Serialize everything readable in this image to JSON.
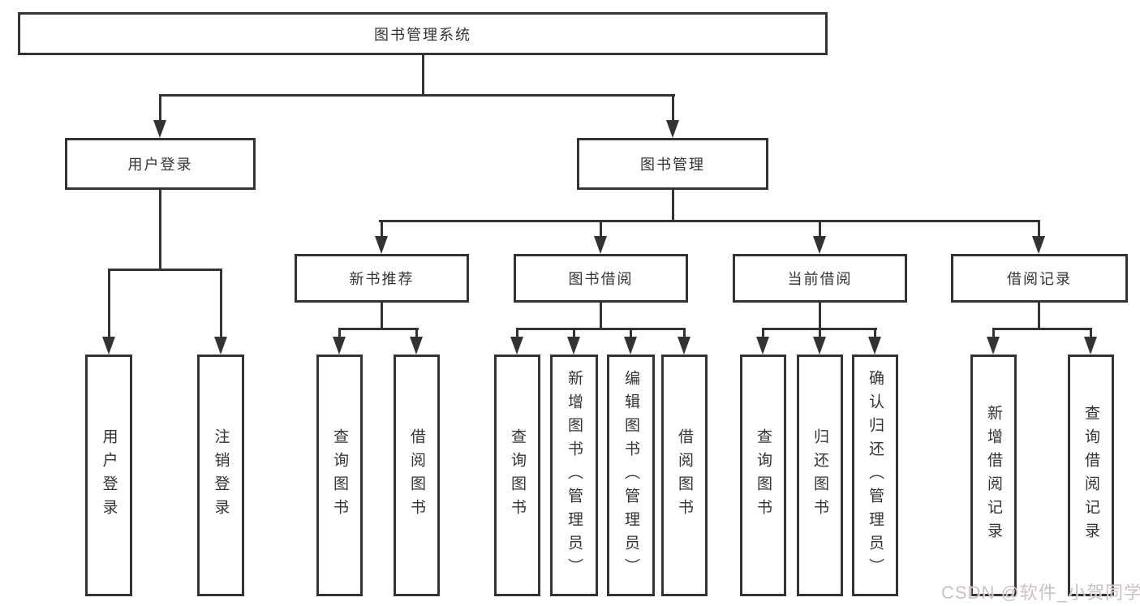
{
  "diagram": {
    "type": "hierarchy-tree",
    "title": "图书管理系统",
    "watermark": "CSDN @软件_小贺同学",
    "colors": {
      "background": "#ffffff",
      "line": "#333333",
      "box_border": "#333333",
      "box_fill": "#ffffff",
      "text": "#333333",
      "watermark": "#cabdbd"
    },
    "tree": {
      "label": "图书管理系统",
      "children": [
        {
          "label": "用户登录",
          "children": [
            {
              "label": "用户登录"
            },
            {
              "label": "注销登录"
            }
          ]
        },
        {
          "label": "图书管理",
          "children": [
            {
              "label": "新书推荐",
              "children": [
                {
                  "label": "查询图书"
                },
                {
                  "label": "借阅图书"
                }
              ]
            },
            {
              "label": "图书借阅",
              "children": [
                {
                  "label": "查询图书"
                },
                {
                  "label": "新增图书（管理员）"
                },
                {
                  "label": "编辑图书（管理员）"
                },
                {
                  "label": "借阅图书"
                }
              ]
            },
            {
              "label": "当前借阅",
              "children": [
                {
                  "label": "查询图书"
                },
                {
                  "label": "归还图书"
                },
                {
                  "label": "确认归还（管理员）"
                }
              ]
            },
            {
              "label": "借阅记录",
              "children": [
                {
                  "label": "新增借阅记录"
                },
                {
                  "label": "查询借阅记录"
                }
              ]
            }
          ]
        }
      ]
    }
  }
}
